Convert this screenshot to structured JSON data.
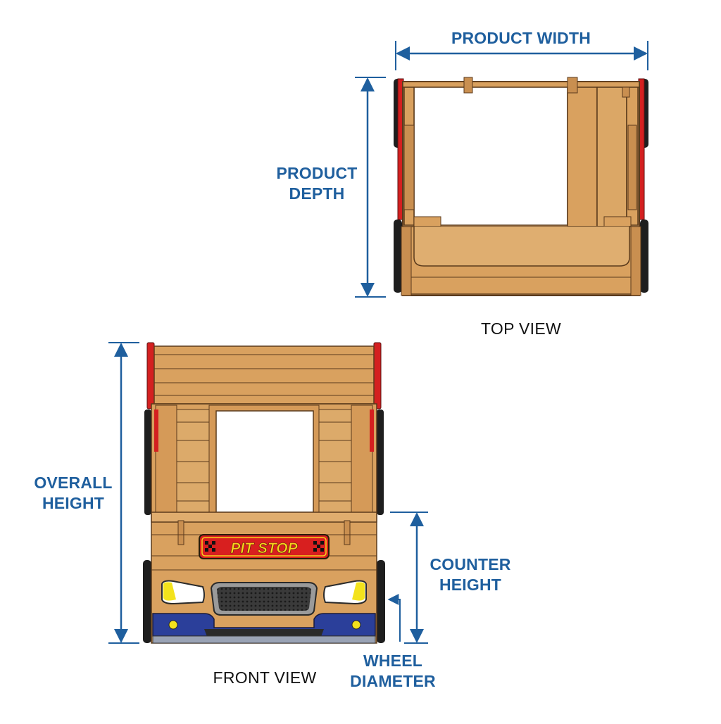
{
  "dimensions": {
    "product_width": "PRODUCT WIDTH",
    "product_depth_line1": "PRODUCT",
    "product_depth_line2": "DEPTH",
    "overall_height_line1": "OVERALL",
    "overall_height_line2": "HEIGHT",
    "counter_height_line1": "COUNTER",
    "counter_height_line2": "HEIGHT",
    "wheel_diameter_line1": "WHEEL",
    "wheel_diameter_line2": "DIAMETER"
  },
  "views": {
    "top": "TOP VIEW",
    "front": "FRONT VIEW"
  },
  "sign": {
    "text": "PIT STOP"
  },
  "colors": {
    "dimension": "#1f5f9e",
    "wood": "#d9a15f",
    "wood_dark": "#b9803f",
    "outline": "#5a3a1c",
    "accent_red": "#d42020",
    "bumper_blue": "#2b3f9a",
    "headlight_yellow": "#f3e21c",
    "sign_red": "#d81f1f",
    "sign_text": "#f6d21c"
  }
}
